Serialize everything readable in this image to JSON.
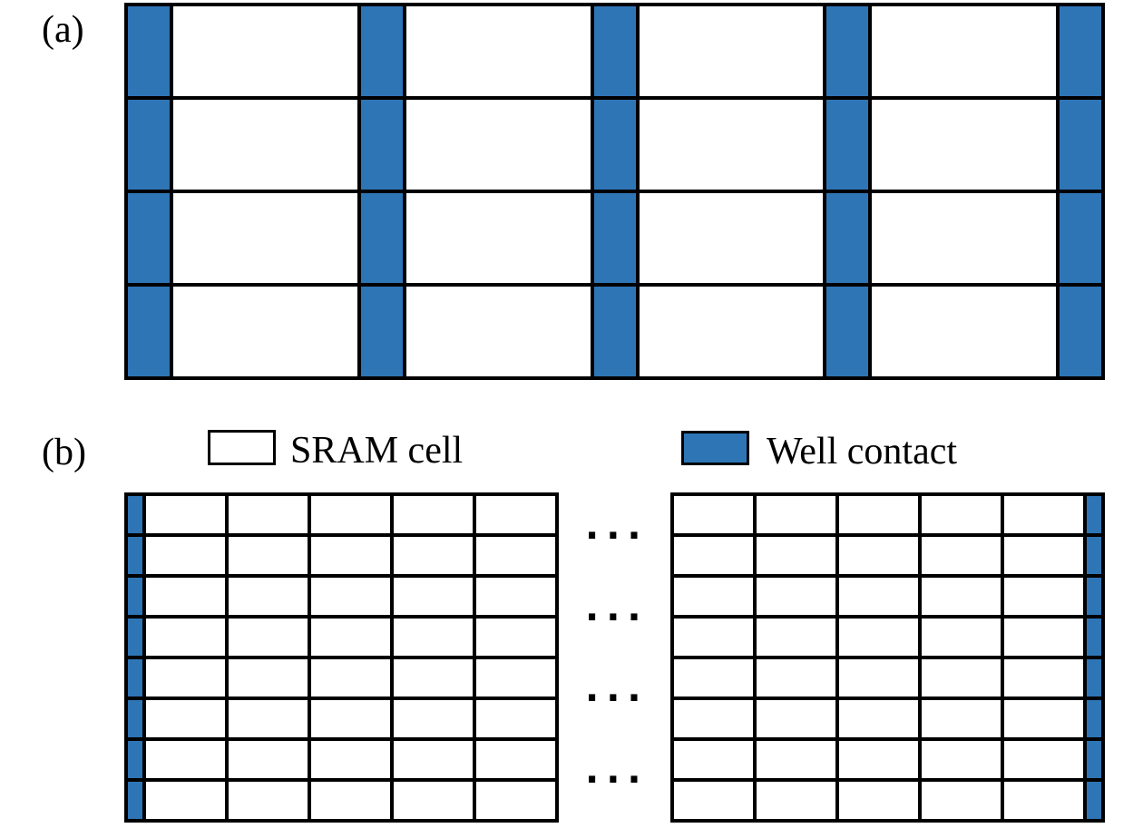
{
  "colors": {
    "well_contact": "#2E75B6",
    "sram_cell": "#FFFFFF",
    "grid_line": "#000000"
  },
  "legend": {
    "sram_label": "SRAM cell",
    "well_label": "Well contact"
  },
  "panels": {
    "a": {
      "label": "(a)",
      "grid": {
        "rows": 4,
        "columns": [
          "well",
          "sram",
          "well",
          "sram",
          "well",
          "sram",
          "well",
          "sram",
          "well"
        ]
      }
    },
    "b": {
      "label": "(b)",
      "ellipsis": "···",
      "ellipsis_rows": 4,
      "left_grid": {
        "rows": 8,
        "columns": [
          "well",
          "sram",
          "sram",
          "sram",
          "sram",
          "sram"
        ]
      },
      "right_grid": {
        "rows": 8,
        "columns": [
          "sram",
          "sram",
          "sram",
          "sram",
          "sram",
          "well"
        ]
      }
    }
  }
}
